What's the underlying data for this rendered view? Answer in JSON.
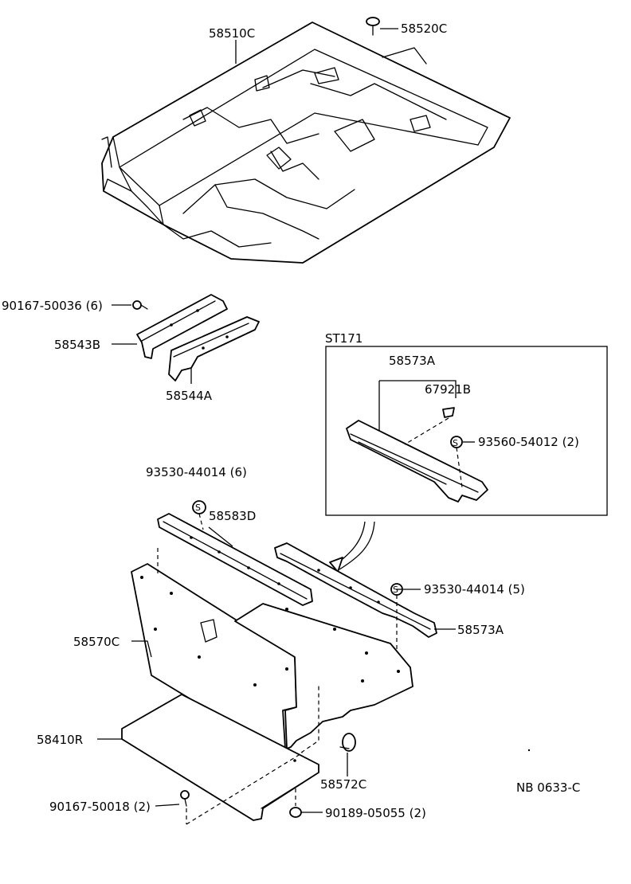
{
  "callouts": {
    "p58510C": "58510C",
    "p58520C": "58520C",
    "p90167_50036": "90167-50036 (6)",
    "p58543B": "58543B",
    "p58544A": "58544A",
    "inset_title": "ST171",
    "inset_58573A": "58573A",
    "p67921B": "67921B",
    "p93560_54012": "93560-54012 (2)",
    "p93530_44014_6": "93530-44014 (6)",
    "p58583D": "58583D",
    "p93530_44014_5": "93530-44014 (5)",
    "p58573A": "58573A",
    "p58570C": "58570C",
    "p58410R": "58410R",
    "p58572C": "58572C",
    "p90167_50018": "90167-50018 (2)",
    "p90189_05055": "90189-05055 (2)"
  },
  "symbols": {
    "clip_mark": "S"
  },
  "diagram_code": "NB 0633-C",
  "icons": [
    "floor-carpet",
    "clip-icon",
    "bolt-icon",
    "bracket",
    "panel",
    "tray",
    "grommet-icon"
  ]
}
